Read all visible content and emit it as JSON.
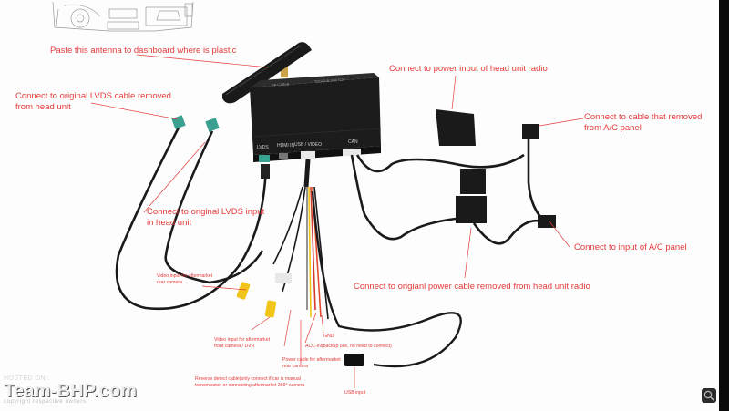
{
  "labels": {
    "antenna": "Paste this antenna to dashboard where is plastic",
    "lvds_removed": "Connect to original LVDS cable removed\nfrom head unit",
    "lvds_input": "Connect to original LVDS input\nin head unit",
    "power_input": "Connect to power input of head unit radio",
    "ac_cable": "Connect to cable that removed\nfrom A/C panel",
    "ac_input": "Connect to input of A/C panel",
    "power_cable": "Connect to origianl power cable removed from head unit radio",
    "video_rear": "Video input for aftermarket\nrear camera",
    "video_front": "Video input for aftermarket\nfront camera / DVR",
    "reverse_detect": "Reverse detect cable(only connect if car is manual\ntransmission or connecting aftermarket 360° camera",
    "rear_power": "Power cable for aftermarket\nrear camera",
    "acc": "ACC-IN(backup use, no need to connect)",
    "gnd": "GND",
    "usb": "USB input"
  },
  "box_labels": {
    "rf_cable": "RF CABLE",
    "toggle_switch": "TOGGLE SWITCH",
    "lvds": "LVDS",
    "hdmi_in": "HDMI IN",
    "usb_video": "USB / VIDEO",
    "can": "CAN"
  },
  "watermark": {
    "hosted": "HOSTED ON :",
    "brand": "Team-BHP.com",
    "copyright": "copyright respective owners"
  },
  "colors": {
    "label_red": "#e53b3b",
    "module_black": "#1c1c1c",
    "lvds_teal": "#3aa08f",
    "rca_yellow": "#f0c419",
    "background": "#fdfdfd"
  }
}
